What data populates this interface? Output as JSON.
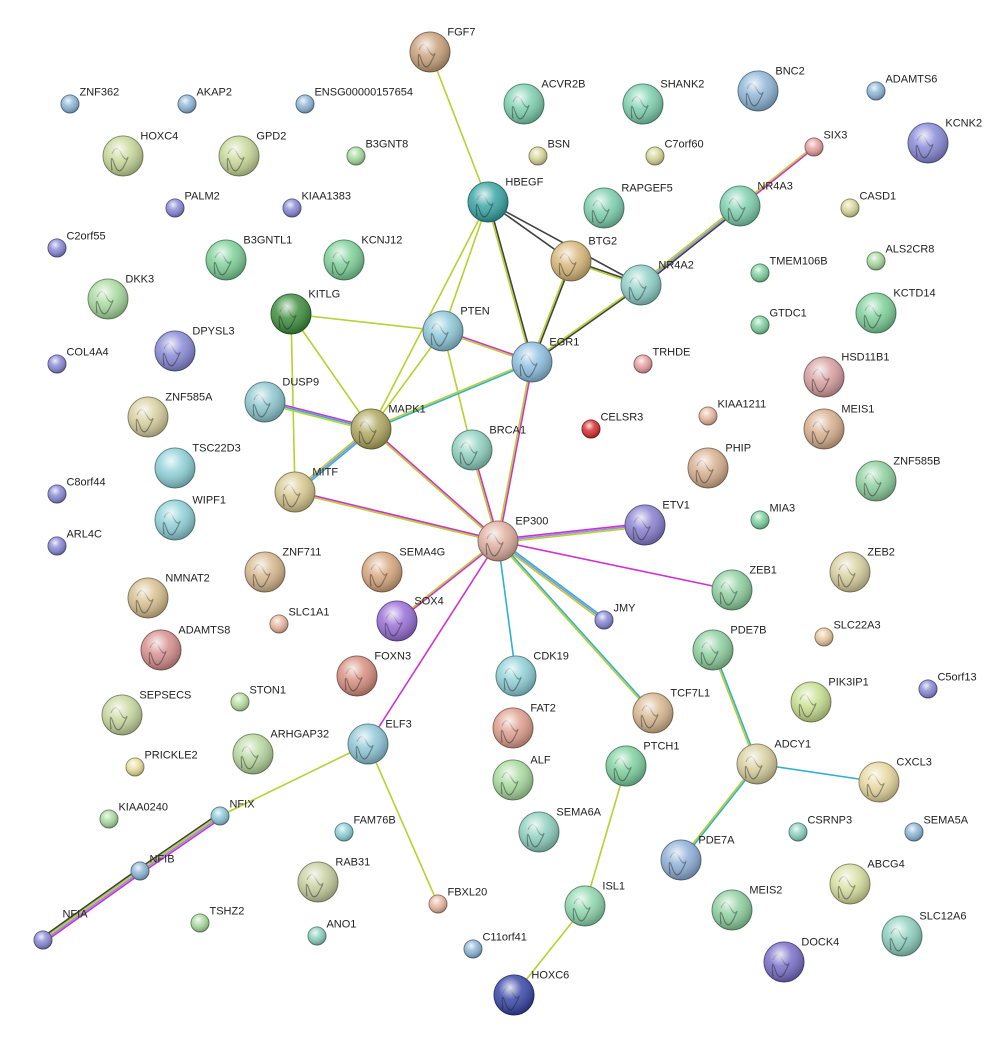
{
  "nodes": [
    {
      "id": "FGF7",
      "label": "FGF7",
      "color": "#c9a27c",
      "structure": true
    },
    {
      "id": "ZNF362",
      "label": "ZNF362",
      "color": "#8fb7d8",
      "structure": false
    },
    {
      "id": "AKAP2",
      "label": "AKAP2",
      "color": "#8fb7d8",
      "structure": false
    },
    {
      "id": "ENSG00000157654",
      "label": "ENSG00000157654",
      "color": "#8fb7d8",
      "structure": false
    },
    {
      "id": "ACVR2B",
      "label": "ACVR2B",
      "color": "#7fd1b0",
      "structure": true
    },
    {
      "id": "SHANK2",
      "label": "SHANK2",
      "color": "#7fd1b0",
      "structure": true
    },
    {
      "id": "BNC2",
      "label": "BNC2",
      "color": "#8fb7d8",
      "structure": true
    },
    {
      "id": "ADAMTS6",
      "label": "ADAMTS6",
      "color": "#8fb7d8",
      "structure": false
    },
    {
      "id": "HOXC4",
      "label": "HOXC4",
      "color": "#c8d99a",
      "structure": true
    },
    {
      "id": "GPD2",
      "label": "GPD2",
      "color": "#c8d99a",
      "structure": true
    },
    {
      "id": "B3GNT8",
      "label": "B3GNT8",
      "color": "#a9dba0",
      "structure": false
    },
    {
      "id": "BSN",
      "label": "BSN",
      "color": "#d8d89a",
      "structure": false
    },
    {
      "id": "C7orf60",
      "label": "C7orf60",
      "color": "#d8d89a",
      "structure": false
    },
    {
      "id": "KCNK2",
      "label": "KCNK2",
      "color": "#8a8ad8",
      "structure": true
    },
    {
      "id": "SIX3",
      "label": "SIX3",
      "color": "#e8a0a0",
      "structure": false
    },
    {
      "id": "PALM2",
      "label": "PALM2",
      "color": "#8a8ad8",
      "structure": false
    },
    {
      "id": "KIAA1383",
      "label": "KIAA1383",
      "color": "#8a8ad8",
      "structure": false
    },
    {
      "id": "HBEGF",
      "label": "HBEGF",
      "color": "#3aa6a6",
      "structure": true
    },
    {
      "id": "RAPGEF5",
      "label": "RAPGEF5",
      "color": "#7fd1b0",
      "structure": true
    },
    {
      "id": "NR4A3",
      "label": "NR4A3",
      "color": "#7fd1b0",
      "structure": true
    },
    {
      "id": "CASD1",
      "label": "CASD1",
      "color": "#d8d89a",
      "structure": false
    },
    {
      "id": "C2orf55",
      "label": "C2orf55",
      "color": "#8a8ad8",
      "structure": false
    },
    {
      "id": "B3GNTL1",
      "label": "B3GNTL1",
      "color": "#7fd19a",
      "structure": true
    },
    {
      "id": "KCNJ12",
      "label": "KCNJ12",
      "color": "#7fd19a",
      "structure": true
    },
    {
      "id": "BTG2",
      "label": "BTG2",
      "color": "#d9b87a",
      "structure": true
    },
    {
      "id": "TMEM106B",
      "label": "TMEM106B",
      "color": "#7fd1a0",
      "structure": false
    },
    {
      "id": "ALS2CR8",
      "label": "ALS2CR8",
      "color": "#a9dba0",
      "structure": false
    },
    {
      "id": "DKK3",
      "label": "DKK3",
      "color": "#a9dba0",
      "structure": true
    },
    {
      "id": "NR4A2",
      "label": "NR4A2",
      "color": "#8fd1c8",
      "structure": true
    },
    {
      "id": "KITLG",
      "label": "KITLG",
      "color": "#3f8f3f",
      "structure": true
    },
    {
      "id": "PTEN",
      "label": "PTEN",
      "color": "#8fc8d8",
      "structure": true
    },
    {
      "id": "GTDC1",
      "label": "GTDC1",
      "color": "#7fd1a0",
      "structure": false
    },
    {
      "id": "KCTD14",
      "label": "KCTD14",
      "color": "#7fd19a",
      "structure": true
    },
    {
      "id": "DPYSL3",
      "label": "DPYSL3",
      "color": "#8a8ad8",
      "structure": true
    },
    {
      "id": "EGR1",
      "label": "EGR1",
      "color": "#8fc0e0",
      "structure": true
    },
    {
      "id": "TRHDE",
      "label": "TRHDE",
      "color": "#e8a0a0",
      "structure": false
    },
    {
      "id": "COL4A4",
      "label": "COL4A4",
      "color": "#8a8ad8",
      "structure": false
    },
    {
      "id": "HSD11B1",
      "label": "HSD11B1",
      "color": "#d8a0a0",
      "structure": true
    },
    {
      "id": "ZNF585A",
      "label": "ZNF585A",
      "color": "#d8d0a0",
      "structure": true
    },
    {
      "id": "DUSP9",
      "label": "DUSP9",
      "color": "#8fc8d0",
      "structure": true
    },
    {
      "id": "MAPK1",
      "label": "MAPK1",
      "color": "#b0a860",
      "structure": true
    },
    {
      "id": "KIAA1211",
      "label": "KIAA1211",
      "color": "#e8b8a0",
      "structure": false
    },
    {
      "id": "MEIS1",
      "label": "MEIS1",
      "color": "#d8b090",
      "structure": true
    },
    {
      "id": "CELSR3",
      "label": "CELSR3",
      "color": "#d83030",
      "structure": false
    },
    {
      "id": "BRCA1",
      "label": "BRCA1",
      "color": "#8fd1c0",
      "structure": true
    },
    {
      "id": "TSC22D3",
      "label": "TSC22D3",
      "color": "#8fd1d8",
      "structure": false
    },
    {
      "id": "PHIP",
      "label": "PHIP",
      "color": "#d8b090",
      "structure": true
    },
    {
      "id": "ZNF585B",
      "label": "ZNF585B",
      "color": "#8fd1a0",
      "structure": true
    },
    {
      "id": "C8orf44",
      "label": "C8orf44",
      "color": "#8a8ad8",
      "structure": false
    },
    {
      "id": "MITF",
      "label": "MITF",
      "color": "#d8c890",
      "structure": true
    },
    {
      "id": "WIPF1",
      "label": "WIPF1",
      "color": "#8fd1d8",
      "structure": true
    },
    {
      "id": "ETV1",
      "label": "ETV1",
      "color": "#8a80d0",
      "structure": true
    },
    {
      "id": "MIA3",
      "label": "MIA3",
      "color": "#7fd1a0",
      "structure": false
    },
    {
      "id": "ARL4C",
      "label": "ARL4C",
      "color": "#8a8ad8",
      "structure": false
    },
    {
      "id": "EP300",
      "label": "EP300",
      "color": "#e0b0a0",
      "structure": true
    },
    {
      "id": "ZNF711",
      "label": "ZNF711",
      "color": "#d8b890",
      "structure": true
    },
    {
      "id": "SEMA4G",
      "label": "SEMA4G",
      "color": "#d8a880",
      "structure": true
    },
    {
      "id": "ZEB1",
      "label": "ZEB1",
      "color": "#8fd1a0",
      "structure": true
    },
    {
      "id": "ZEB2",
      "label": "ZEB2",
      "color": "#d8d0a0",
      "structure": true
    },
    {
      "id": "NMNAT2",
      "label": "NMNAT2",
      "color": "#d8c090",
      "structure": true
    },
    {
      "id": "SLC1A1",
      "label": "SLC1A1",
      "color": "#e8b8a0",
      "structure": false
    },
    {
      "id": "SOX4",
      "label": "SOX4",
      "color": "#9a70d8",
      "structure": true
    },
    {
      "id": "JMY",
      "label": "JMY",
      "color": "#8a8ad8",
      "structure": false
    },
    {
      "id": "PDE7B",
      "label": "PDE7B",
      "color": "#8fd1a0",
      "structure": true
    },
    {
      "id": "SLC22A3",
      "label": "SLC22A3",
      "color": "#e8c8a0",
      "structure": false
    },
    {
      "id": "ADAMTS8",
      "label": "ADAMTS8",
      "color": "#d89090",
      "structure": true
    },
    {
      "id": "C5orf13",
      "label": "C5orf13",
      "color": "#8a8ad8",
      "structure": false
    },
    {
      "id": "FOXN3",
      "label": "FOXN3",
      "color": "#d89080",
      "structure": true
    },
    {
      "id": "CDK19",
      "label": "CDK19",
      "color": "#8fd1d8",
      "structure": true
    },
    {
      "id": "PIK3IP1",
      "label": "PIK3IP1",
      "color": "#c8e090",
      "structure": true
    },
    {
      "id": "SEPSECS",
      "label": "SEPSECS",
      "color": "#c8d8a0",
      "structure": true
    },
    {
      "id": "STON1",
      "label": "STON1",
      "color": "#b8e0a0",
      "structure": false
    },
    {
      "id": "FAT2",
      "label": "FAT2",
      "color": "#e0a090",
      "structure": true
    },
    {
      "id": "TCF7L1",
      "label": "TCF7L1",
      "color": "#d8b890",
      "structure": true
    },
    {
      "id": "ARHGAP32",
      "label": "ARHGAP32",
      "color": "#b8d8a0",
      "structure": true
    },
    {
      "id": "ELF3",
      "label": "ELF3",
      "color": "#8fc8d8",
      "structure": true
    },
    {
      "id": "ADCY1",
      "label": "ADCY1",
      "color": "#d8d0a0",
      "structure": true
    },
    {
      "id": "PRICKLE2",
      "label": "PRICKLE2",
      "color": "#e8e0a0",
      "structure": false
    },
    {
      "id": "ALF",
      "label": "ALF",
      "color": "#a9dba0",
      "structure": true
    },
    {
      "id": "PTCH1",
      "label": "PTCH1",
      "color": "#7fd1a0",
      "structure": true
    },
    {
      "id": "CXCL3",
      "label": "CXCL3",
      "color": "#e8d8a0",
      "structure": true
    },
    {
      "id": "KIAA0240",
      "label": "KIAA0240",
      "color": "#a9dba0",
      "structure": false
    },
    {
      "id": "NFIX",
      "label": "NFIX",
      "color": "#8fc8d8",
      "structure": false
    },
    {
      "id": "FAM76B",
      "label": "FAM76B",
      "color": "#8fd1d8",
      "structure": false
    },
    {
      "id": "SEMA6A",
      "label": "SEMA6A",
      "color": "#8fd1c0",
      "structure": true
    },
    {
      "id": "CSRNP3",
      "label": "CSRNP3",
      "color": "#8fd1c0",
      "structure": false
    },
    {
      "id": "SEMA5A",
      "label": "SEMA5A",
      "color": "#8fb7d8",
      "structure": false
    },
    {
      "id": "PDE7A",
      "label": "PDE7A",
      "color": "#8fb0d8",
      "structure": true
    },
    {
      "id": "NFIB",
      "label": "NFIB",
      "color": "#8fb7d8",
      "structure": false
    },
    {
      "id": "RAB31",
      "label": "RAB31",
      "color": "#c8d0a0",
      "structure": true
    },
    {
      "id": "ABCG4",
      "label": "ABCG4",
      "color": "#d8e0a0",
      "structure": true
    },
    {
      "id": "FBXL20",
      "label": "FBXL20",
      "color": "#e8b8a0",
      "structure": false
    },
    {
      "id": "ISL1",
      "label": "ISL1",
      "color": "#8fd8b0",
      "structure": true
    },
    {
      "id": "MEIS2",
      "label": "MEIS2",
      "color": "#8fd1a0",
      "structure": true
    },
    {
      "id": "SLC12A6",
      "label": "SLC12A6",
      "color": "#8fd1c0",
      "structure": true
    },
    {
      "id": "TSHZ2",
      "label": "TSHZ2",
      "color": "#a9dba0",
      "structure": false
    },
    {
      "id": "ANO1",
      "label": "ANO1",
      "color": "#8fd1c0",
      "structure": false
    },
    {
      "id": "NFIA",
      "label": "NFIA",
      "color": "#8a8ad8",
      "structure": false
    },
    {
      "id": "C11orf41",
      "label": "C11orf41",
      "color": "#8fb7d8",
      "structure": false
    },
    {
      "id": "DOCK4",
      "label": "DOCK4",
      "color": "#7a70c8",
      "structure": true
    },
    {
      "id": "HOXC6",
      "label": "HOXC6",
      "color": "#3a48a8",
      "structure": true
    }
  ],
  "edges": [
    {
      "source": "FGF7",
      "target": "HBEGF",
      "colors": [
        "#b8d030"
      ]
    },
    {
      "source": "SIX3",
      "target": "NR4A3",
      "colors": [
        "#d030d0",
        "#c8d030"
      ]
    },
    {
      "source": "HBEGF",
      "target": "BTG2",
      "colors": [
        "#404040"
      ]
    },
    {
      "source": "HBEGF",
      "target": "NR4A2",
      "colors": [
        "#404040"
      ]
    },
    {
      "source": "HBEGF",
      "target": "EGR1",
      "colors": [
        "#404040",
        "#b8d030"
      ]
    },
    {
      "source": "HBEGF",
      "target": "MAPK1",
      "colors": [
        "#b8d030"
      ]
    },
    {
      "source": "HBEGF",
      "target": "PTEN",
      "colors": [
        "#b8d030"
      ]
    },
    {
      "source": "NR4A3",
      "target": "NR4A2",
      "colors": [
        "#404040",
        "#9090e0",
        "#b8d030"
      ]
    },
    {
      "source": "BTG2",
      "target": "NR4A2",
      "colors": [
        "#404040",
        "#b8d030"
      ]
    },
    {
      "source": "BTG2",
      "target": "EGR1",
      "colors": [
        "#404040",
        "#b8d030"
      ]
    },
    {
      "source": "NR4A2",
      "target": "EGR1",
      "colors": [
        "#404040",
        "#b8d030"
      ]
    },
    {
      "source": "KITLG",
      "target": "PTEN",
      "colors": [
        "#b8d030"
      ]
    },
    {
      "source": "KITLG",
      "target": "MAPK1",
      "colors": [
        "#b8d030"
      ]
    },
    {
      "source": "KITLG",
      "target": "MITF",
      "colors": [
        "#b8d030"
      ]
    },
    {
      "source": "PTEN",
      "target": "EGR1",
      "colors": [
        "#d030d0",
        "#b8d030"
      ]
    },
    {
      "source": "PTEN",
      "target": "MAPK1",
      "colors": [
        "#b8d030"
      ]
    },
    {
      "source": "PTEN",
      "target": "BRCA1",
      "colors": [
        "#b8d030"
      ]
    },
    {
      "source": "EGR1",
      "target": "MAPK1",
      "colors": [
        "#30b0d0",
        "#b8d030"
      ]
    },
    {
      "source": "EGR1",
      "target": "EP300",
      "colors": [
        "#d030d0",
        "#b8d030"
      ]
    },
    {
      "source": "DUSP9",
      "target": "MAPK1",
      "colors": [
        "#d030d0",
        "#30b0d0",
        "#b8d030"
      ]
    },
    {
      "source": "MAPK1",
      "target": "MITF",
      "colors": [
        "#30b0d0",
        "#9090e0",
        "#b8d030"
      ]
    },
    {
      "source": "MAPK1",
      "target": "EP300",
      "colors": [
        "#d030d0",
        "#b8d030"
      ]
    },
    {
      "source": "BRCA1",
      "target": "EP300",
      "colors": [
        "#d030d0",
        "#b8d030"
      ]
    },
    {
      "source": "MITF",
      "target": "EP300",
      "colors": [
        "#d030d0",
        "#b8d030"
      ]
    },
    {
      "source": "EP300",
      "target": "ETV1",
      "colors": [
        "#d030d0",
        "#9090e0",
        "#b8d030"
      ]
    },
    {
      "source": "EP300",
      "target": "ZEB1",
      "colors": [
        "#d030d0"
      ]
    },
    {
      "source": "EP300",
      "target": "SOX4",
      "colors": [
        "#d030d0",
        "#b8d030"
      ]
    },
    {
      "source": "EP300",
      "target": "JMY",
      "colors": [
        "#30b0d0",
        "#9090e0",
        "#b8d030"
      ]
    },
    {
      "source": "EP300",
      "target": "CDK19",
      "colors": [
        "#30b0d0"
      ]
    },
    {
      "source": "EP300",
      "target": "TCF7L1",
      "colors": [
        "#30b0d0",
        "#b8d030"
      ]
    },
    {
      "source": "EP300",
      "target": "ELF3",
      "colors": [
        "#d030d0"
      ]
    },
    {
      "source": "PDE7B",
      "target": "ADCY1",
      "colors": [
        "#30b0d0",
        "#b8d030"
      ]
    },
    {
      "source": "ADCY1",
      "target": "CXCL3",
      "colors": [
        "#30b0d0"
      ]
    },
    {
      "source": "ADCY1",
      "target": "PDE7A",
      "colors": [
        "#30b0d0",
        "#b8d030"
      ]
    },
    {
      "source": "ELF3",
      "target": "NFIX",
      "colors": [
        "#b8d030"
      ]
    },
    {
      "source": "ELF3",
      "target": "FBXL20",
      "colors": [
        "#b8d030"
      ]
    },
    {
      "source": "NFIX",
      "target": "NFIB",
      "colors": [
        "#d030d0",
        "#9090e0",
        "#b8d030",
        "#404040"
      ]
    },
    {
      "source": "NFIB",
      "target": "NFIA",
      "colors": [
        "#d030d0",
        "#9090e0",
        "#b8d030",
        "#404040"
      ]
    },
    {
      "source": "PTCH1",
      "target": "ISL1",
      "colors": [
        "#b8d030"
      ]
    },
    {
      "source": "ISL1",
      "target": "HOXC6",
      "colors": [
        "#b8d030"
      ]
    }
  ]
}
